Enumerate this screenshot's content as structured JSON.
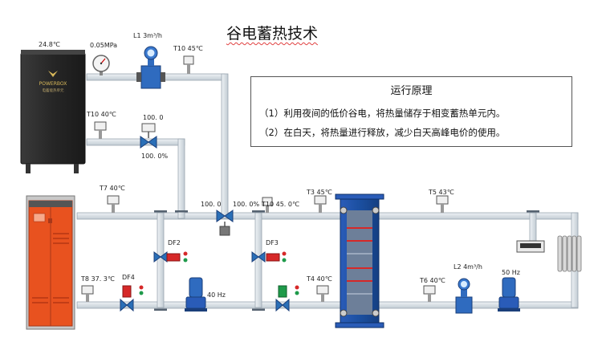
{
  "title": "谷电蓄热技术",
  "principle": {
    "heading": "运行原理",
    "line1": "（1）利用夜间的低价谷电，将热量储存于相变蓄热单元内。",
    "line2": "（2）在白天，将热量进行释放，减少白天高峰电价的使用。"
  },
  "labels": {
    "ambient_temp": "24.8℃",
    "pressure": "0.05MPa",
    "l1": "L1  3m³/h",
    "t10_top": "T10  45℃",
    "t10_left": "T10  40℃",
    "valve_top_value": "100. 0",
    "valve_top_percent": "100. 0%",
    "t7": "T7  40℃",
    "valve_mid_value": "100. 0",
    "valve_mid_percent": "100. 0%",
    "t10_mid": "T10  45. 0℃",
    "t3": "T3  45℃",
    "t5": "T5  43℃",
    "df2": "DF2",
    "df3": "DF3",
    "t8": "T8  37. 3℃",
    "df4": "DF4",
    "pump_left_freq": "40 Hz",
    "t4": "T4  40℃",
    "l2": "L2  4m³/h",
    "pump_right_freq": "50 Hz",
    "t6": "T6  40℃"
  },
  "unit": {
    "brand": "POWERBOX",
    "subtitle": "电蓄能热单元"
  },
  "colors": {
    "pipe": "#d4dde5",
    "pipe_edge": "#9aa6b0",
    "accent_blue": "#1b4fa0",
    "cabinet_orange": "#e8521f",
    "valve_green": "#1e9a4a",
    "valve_red": "#d62828"
  }
}
